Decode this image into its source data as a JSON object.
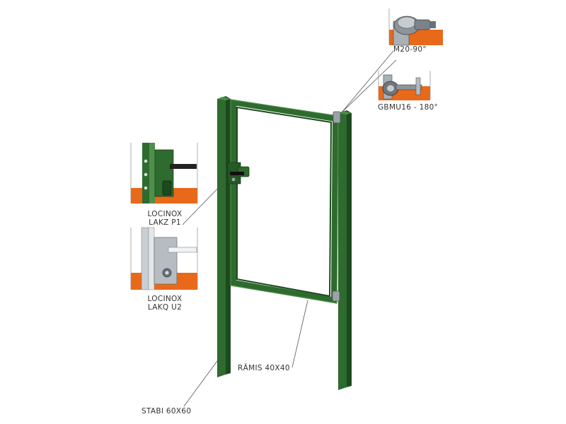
{
  "labels": {
    "hinge_top": "M20-90°",
    "hinge_bottom": "GBMU16 - 180°",
    "lock1_line1": "LOCINOX",
    "lock1_line2": "LAKZ P1",
    "lock2_line1": "LOCINOX",
    "lock2_line2": "LAKQ U2",
    "frame": "RĀMIS 40X40",
    "posts": "STABI 60X60"
  },
  "colors": {
    "frame_green": "#2e6b2e",
    "frame_dark": "#1c4a1e",
    "frame_light": "#4f8f4a",
    "accent_orange": "#e8691a",
    "leader_line": "#555555",
    "steel": "#b7bcc2"
  }
}
